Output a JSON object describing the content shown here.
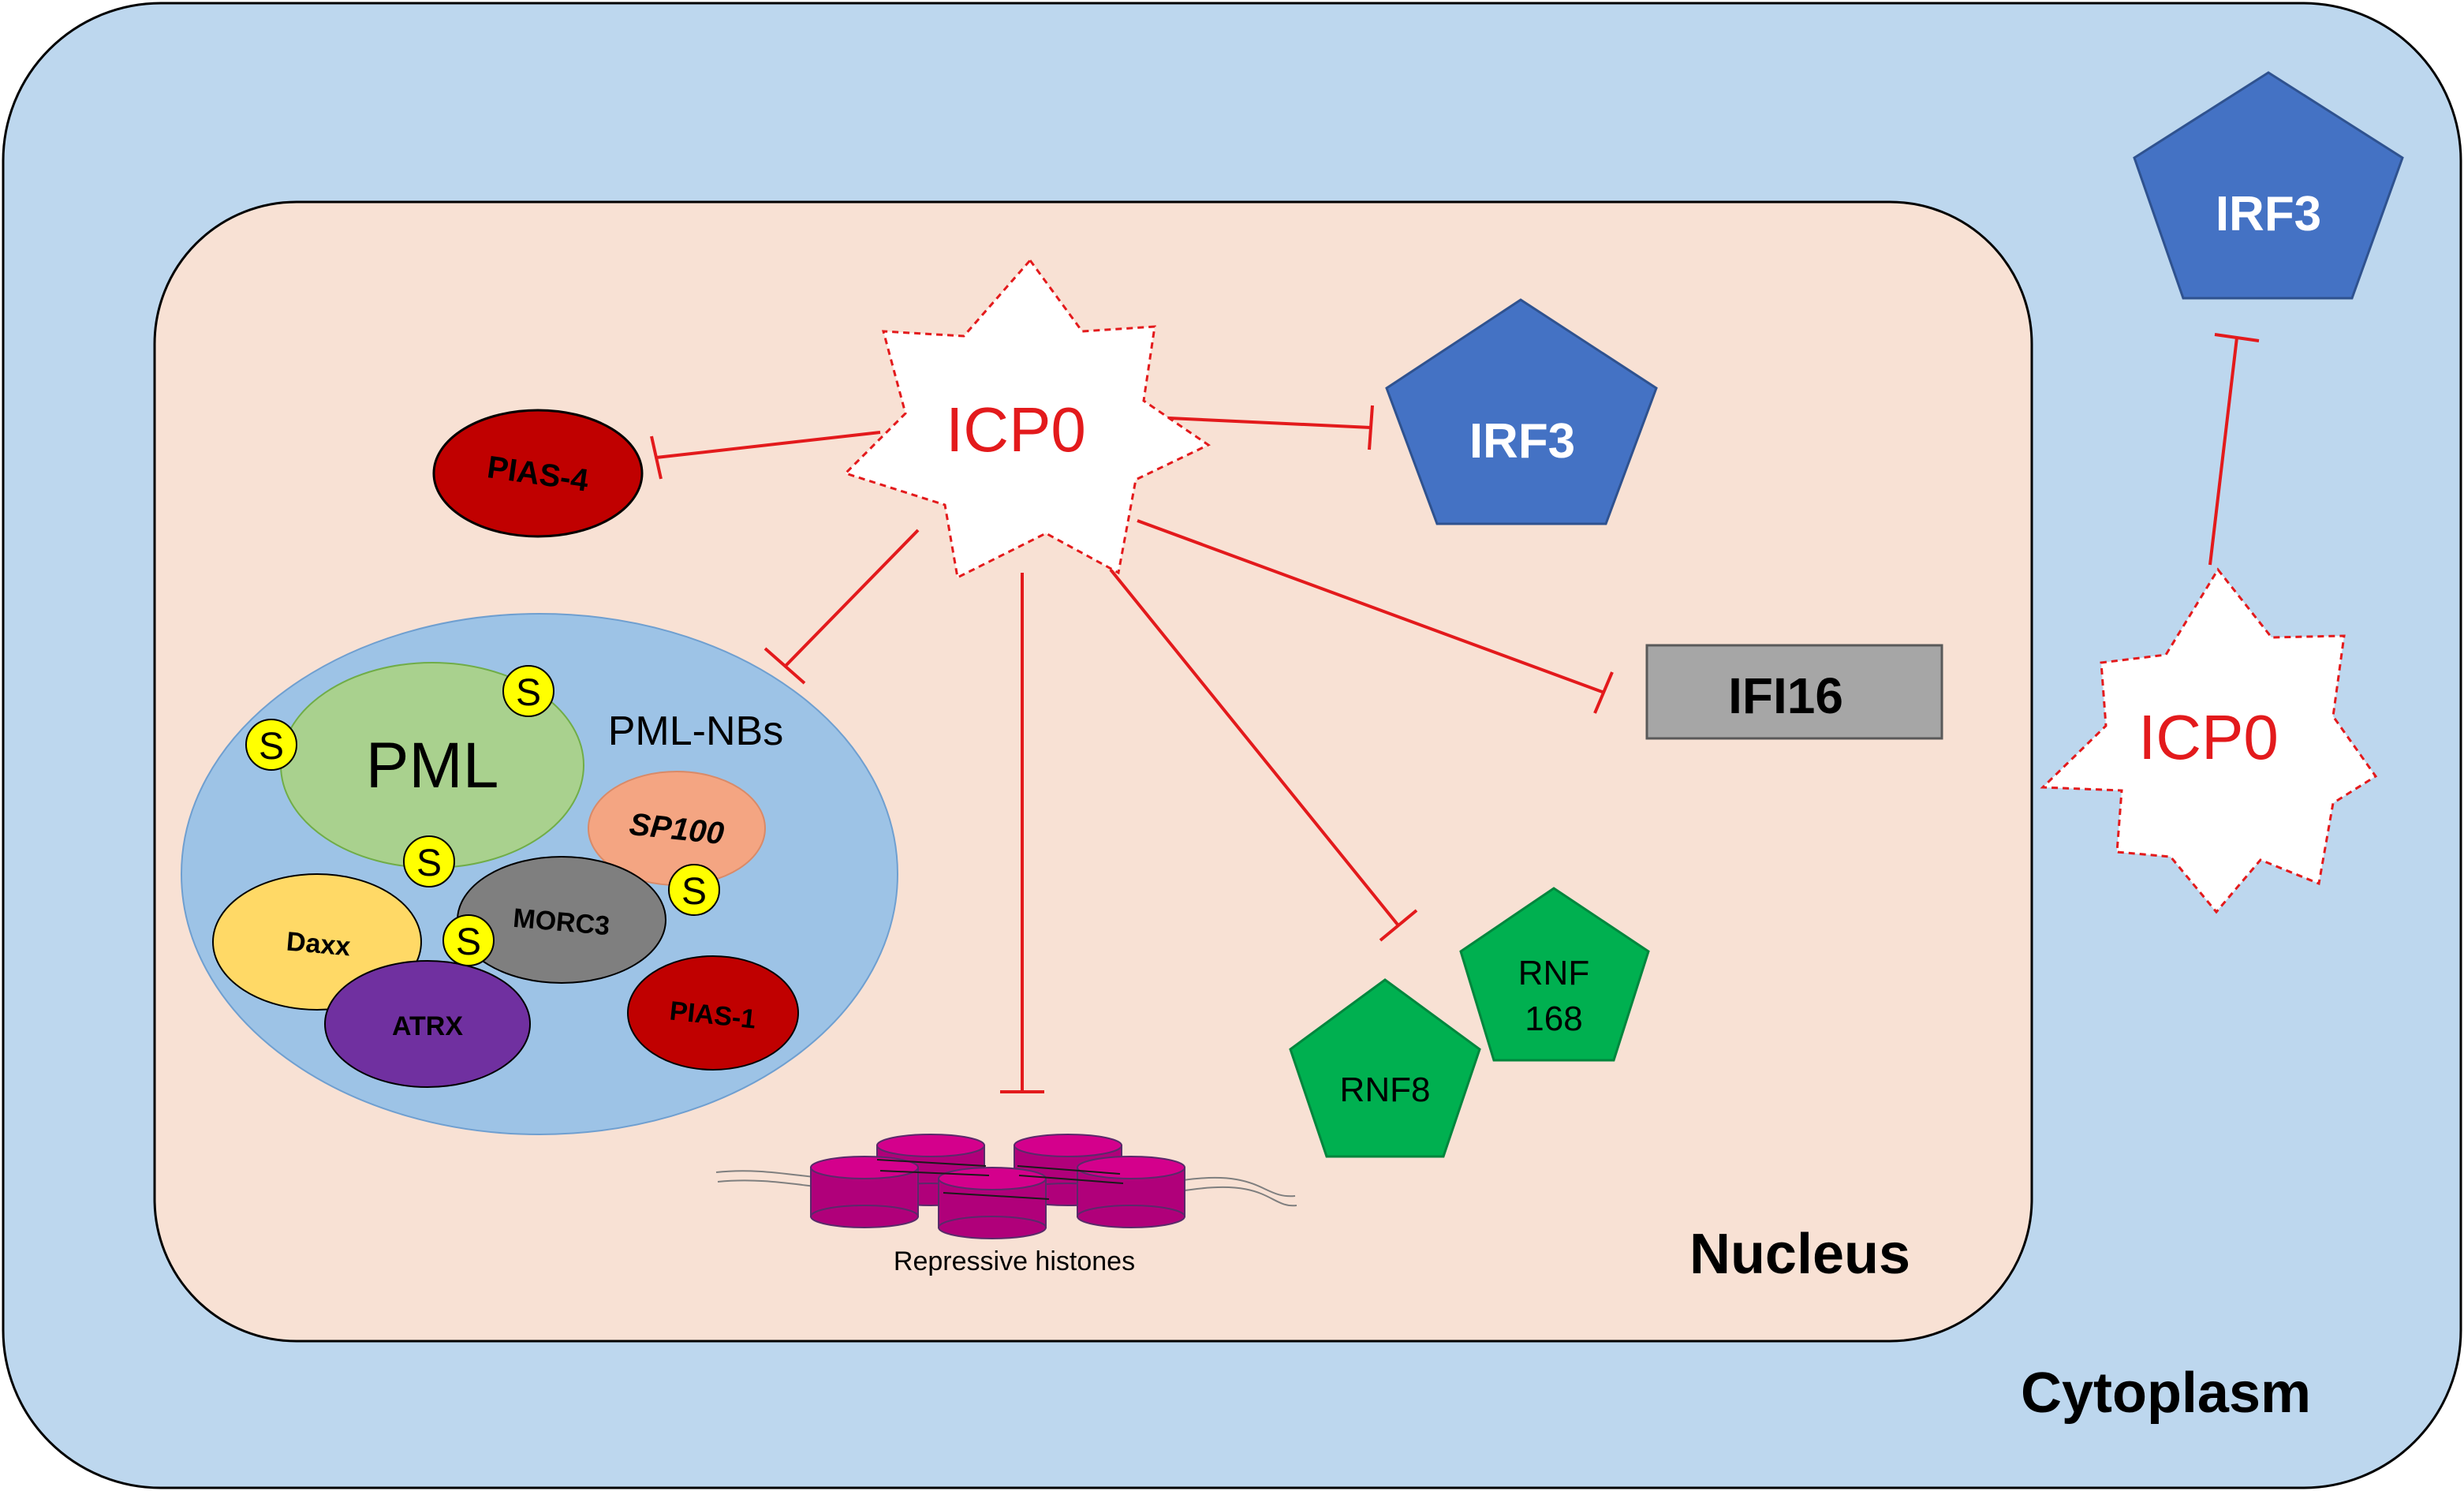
{
  "compartments": {
    "cytoplasm": "Cytoplasm",
    "nucleus": "Nucleus"
  },
  "nodes": {
    "icp0_nuclear": "ICP0",
    "icp0_cyto": "ICP0",
    "irf3_nuclear": "IRF3",
    "irf3_cyto": "IRF3",
    "pias4": "PIAS-4",
    "ifi16": "IFI16",
    "rnf8": "RNF8",
    "rnf168_line1": "RNF",
    "rnf168_line2": "168",
    "histones": "Repressive histones"
  },
  "pml_nb": {
    "title": "PML-NBs",
    "pml": "PML",
    "sp100": "SP100",
    "morc3": "MORC3",
    "daxx": "Daxx",
    "atrx": "ATRX",
    "pias1": "PIAS-1",
    "sumo": "S"
  },
  "colors": {
    "cytoplasm_fill": "#bdd7ee",
    "nucleus_fill": "#f8e1d4",
    "inhibit_red": "#e31a1c",
    "irf3_blue": "#4472c4",
    "rnf_green": "#00b050",
    "ifi16_gray": "#a6a6a6",
    "pias_red": "#c00000",
    "pml_green": "#a9d18e",
    "sp100_salmon": "#f4a582",
    "morc3_gray": "#7f7f7f",
    "daxx_yellow": "#ffd966",
    "atrx_purple": "#7030a0",
    "sumo_yellow": "#ffff00",
    "histone_magenta": "#c00080"
  }
}
